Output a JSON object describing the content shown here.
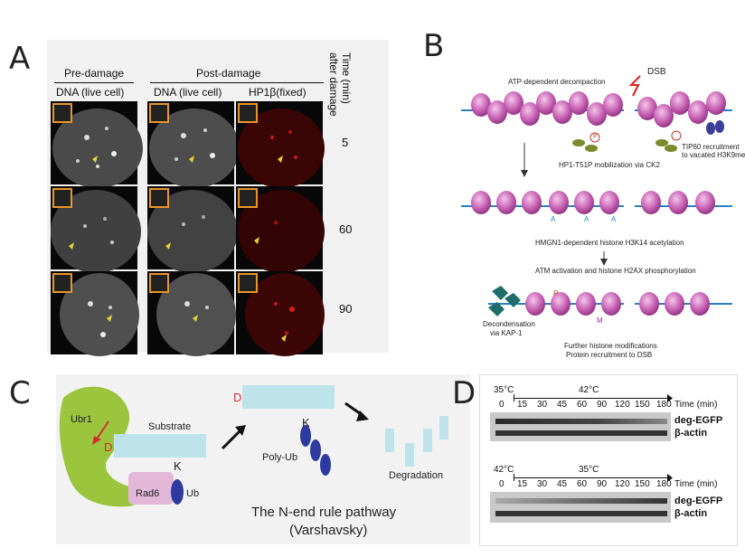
{
  "panelA": {
    "label": "A",
    "pre_header": "Pre-damage",
    "post_header": "Post-damage",
    "col_dna_pre": "DNA (live cell)",
    "col_dna_post": "DNA (live cell)",
    "col_hp1": "HP1β(fixed)",
    "time_header_1": "Time (min)",
    "time_header_2": "after damage",
    "times": [
      "5",
      "60",
      "90"
    ]
  },
  "panelB": {
    "label": "B",
    "dsb": "DSB",
    "atp": "ATP-dependent decompaction",
    "hp1_mob": "HP1-T51P mobilization via CK2",
    "tip60_1": "TIP60 recruitment",
    "tip60_2": "to vacated H3K9me",
    "hmgn1": "HMGN1-dependent histone H3K14 acetylation",
    "atm": "ATM activation and histone H2AX phosphorylation",
    "decond_1": "Decondensation",
    "decond_2": "via KAP-1",
    "further_1": "Further histone modifications",
    "further_2": "Protein recruitment to DSB",
    "mark_p": "P",
    "mark_a": "A",
    "mark_m": "M"
  },
  "panelC": {
    "label": "C",
    "ubr1": "Ubr1",
    "substrate": "Substrate",
    "d": "D",
    "rad6": "Rad6",
    "k": "K",
    "ub": "Ub",
    "polyub": "Poly-Ub",
    "degradation": "Degradation",
    "title_1": "The N-end rule pathway",
    "title_2": "(Varshavsky)"
  },
  "panelD": {
    "label": "D",
    "blot1": {
      "temp_start": "35°C",
      "temp_shift": "42°C",
      "times": [
        "0",
        "15",
        "30",
        "45",
        "60",
        "90",
        "120",
        "150",
        "180"
      ],
      "time_unit": "Time (min)",
      "band1": "deg-EGFP",
      "band2": "β-actin"
    },
    "blot2": {
      "temp_start": "42°C",
      "temp_shift": "35°C",
      "times": [
        "0",
        "15",
        "30",
        "45",
        "60",
        "90",
        "120",
        "150",
        "180"
      ],
      "time_unit": "Time (min)",
      "band1": "deg-EGFP",
      "band2": "β-actin"
    }
  }
}
